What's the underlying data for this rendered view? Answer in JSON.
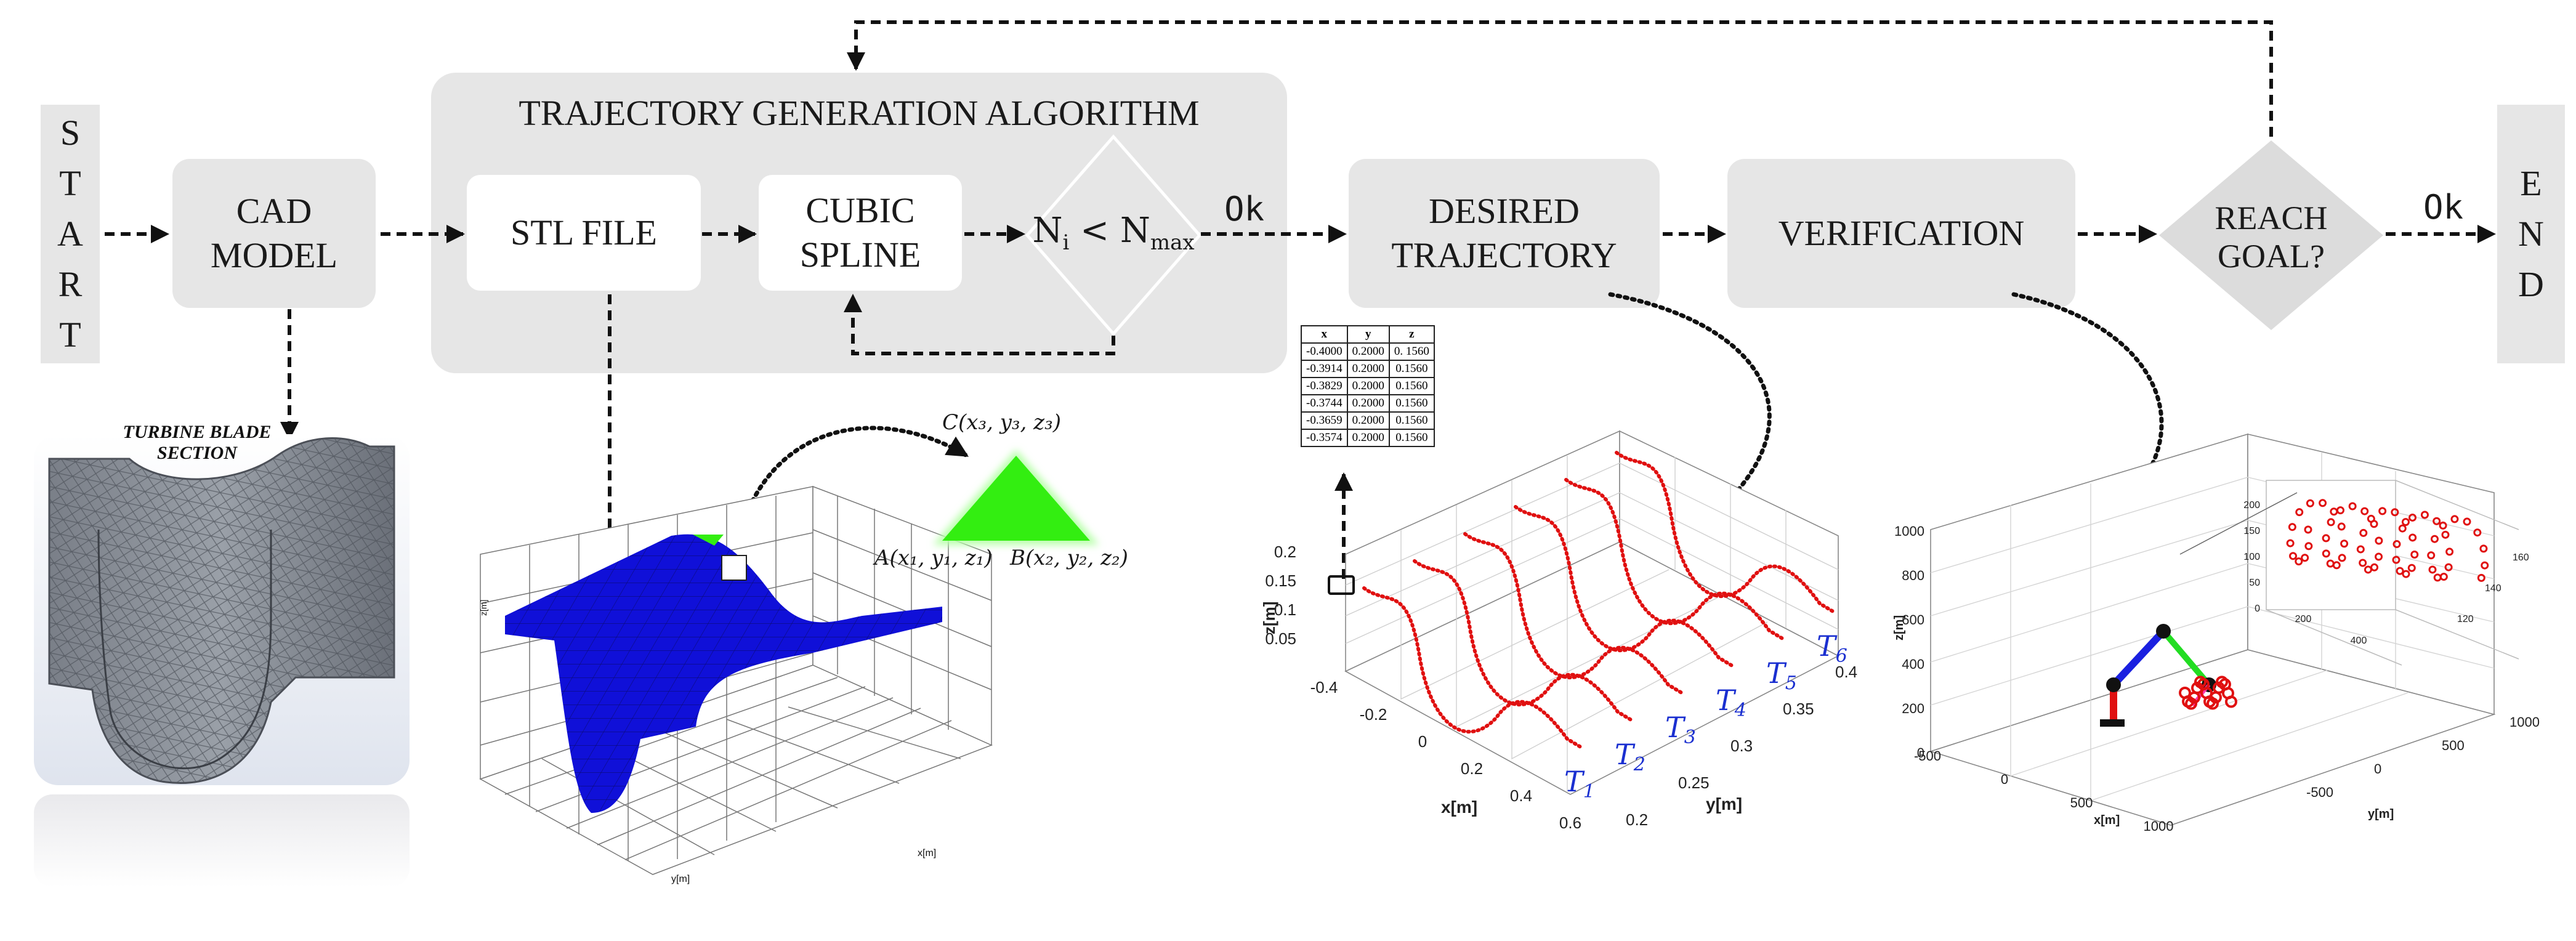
{
  "start": {
    "letters": [
      "S",
      "T",
      "A",
      "R",
      "T"
    ]
  },
  "end": {
    "letters": [
      "E",
      "N",
      "D"
    ]
  },
  "cad": {
    "line1": "CAD",
    "line2": "MODEL"
  },
  "algorithm": {
    "title": "TRAJECTORY GENERATION ALGORITHM",
    "stl": "STL FILE",
    "spline_line1": "CUBIC",
    "spline_line2": "SPLINE",
    "decision": "N_i < N_max",
    "decision_main": "N",
    "decision_sub_i": "i",
    "decision_op": " < N",
    "decision_sub_max": "max",
    "ok": "Ok"
  },
  "desired": {
    "line1": "DESIRED",
    "line2": "TRAJECTORY"
  },
  "verification": {
    "label": "VERIFICATION"
  },
  "reach": {
    "label": "REACH GOAL?",
    "ok": "Ok"
  },
  "turbine": {
    "line1": "TURBINE BLADE",
    "line2": "SECTION"
  },
  "triangle": {
    "A": "A(x₁, y₁, z₁)",
    "B": "B(x₂, y₂, z₂)",
    "C": "C(x₃, y₃, z₃)",
    "color": "#33ee11"
  },
  "surface_plot": {
    "zlabel": "z[m]",
    "xlabel": "x[m]",
    "ylabel": "y[m]",
    "color": "#1010d8"
  },
  "table": {
    "headers": [
      "x",
      "y",
      "z"
    ],
    "rows": [
      [
        "-0.4000",
        "0.2000",
        "0. 1560"
      ],
      [
        "-0.3914",
        "0.2000",
        "0.1560"
      ],
      [
        "-0.3829",
        "0.2000",
        "0.1560"
      ],
      [
        "-0.3744",
        "0.2000",
        "0.1560"
      ],
      [
        "-0.3659",
        "0.2000",
        "0.1560"
      ],
      [
        "-0.3574",
        "0.2000",
        "0.1560"
      ]
    ]
  },
  "chart_data": [
    {
      "type": "line",
      "zlabel": "z[m]",
      "xlabel": "x[m]",
      "ylabel": "y[m]",
      "z_ticks": [
        "0.2",
        "0.15",
        "0.1",
        "0.05"
      ],
      "x_ticks": [
        "-0.4",
        "-0.2",
        "0",
        "0.2",
        "0.4",
        "0.6"
      ],
      "y_ticks": [
        "0.2",
        "0.25",
        "0.3",
        "0.35",
        "0.4"
      ],
      "series": [
        {
          "name": "T1"
        },
        {
          "name": "T2"
        },
        {
          "name": "T3"
        },
        {
          "name": "T4"
        },
        {
          "name": "T5"
        },
        {
          "name": "T6"
        }
      ],
      "series_color": "#e01010",
      "label_color": "#1a2fd0"
    },
    {
      "type": "scatter",
      "zlabel": "z[m]",
      "xlabel": "x[m]",
      "ylabel": "y[m]",
      "z_ticks": [
        "1000",
        "800",
        "600",
        "400",
        "200",
        "0"
      ],
      "x_ticks": [
        "-500",
        "0",
        "500",
        "1000"
      ],
      "y_ticks": [
        "1000",
        "500",
        "0",
        "-500"
      ],
      "inset_z_ticks": [
        "200",
        "150",
        "100",
        "50",
        "0"
      ],
      "inset_x_ticks": [
        "200",
        "400"
      ],
      "inset_y_ticks": [
        "120",
        "140",
        "160"
      ],
      "series_color": "#e01010"
    }
  ]
}
